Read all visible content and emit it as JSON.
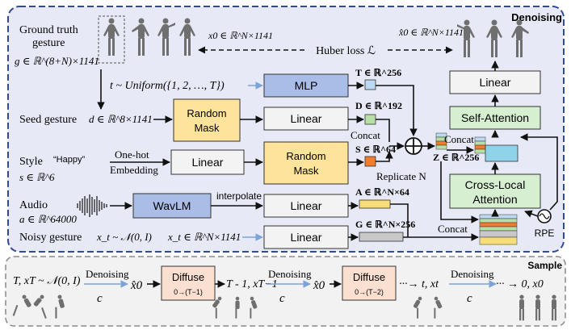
{
  "colors": {
    "panel_fill": "#e7eaf6",
    "panel_border": "#2f4a9a",
    "sample_fill": "#f2f2f2",
    "mask_fill": "#fde49a",
    "blue_box": "#a9bde6",
    "green_box": "#d6efd0",
    "diffuse_box": "#fbe0d2",
    "token_blue": "#bcd9f1",
    "token_green": "#b8dfa6",
    "token_orange": "#f07d2a",
    "token_yellow": "#f7dd7a",
    "token_gray": "#c8c8c8",
    "cyan_concat": "#8fd3e8",
    "arrow_blue": "#7ea3d8"
  },
  "titles": {
    "denoising": "Denoising",
    "sample": "Sample"
  },
  "inputs": {
    "gt_label_1": "Ground truth",
    "gt_label_2": "gesture",
    "gt_set": "g ∈ ℝ^(8+N)×1141",
    "t_uniform": "t ~ Uniform({1, 2, …, T})",
    "seed_label": "Seed gesture",
    "seed_set": "d ∈ ℝ^8×1141",
    "style_label": "Style",
    "style_word": "“Happy”",
    "style_set": "s ∈ ℝ^6",
    "onehot_1": "One-hot",
    "onehot_2": "Embedding",
    "audio_label": "Audio",
    "audio_set": "a ∈ ℝ^64000",
    "interpolate": "interpolate",
    "noisy_label": "Noisy gesture",
    "noisy_dist": "x_t ~ 𝒩(0, I)",
    "noisy_set": "x_t ∈ ℝ^N×1141"
  },
  "loss": {
    "x0": "x0 ∈ ℝ^N×1141",
    "huber": "Huber loss ℒ",
    "x0hat": "x̂0 ∈ ℝ^N×1141"
  },
  "blocks": {
    "mlp": "MLP",
    "random_mask": "Random Mask",
    "linear": "Linear",
    "wavlm": "WavLM",
    "self_attention": "Self-Attention",
    "cross_local_1": "Cross-Local",
    "cross_local_2": "Attention",
    "rpe": "RPE"
  },
  "tokens": {
    "T": "T ∈ ℝ^256",
    "D": "D ∈ ℝ^192",
    "S": "S ∈ ℝ^64",
    "Z": "Z ∈ ℝ^256",
    "A": "A ∈ ℝ^N×64",
    "G": "G ∈ ℝ^N×256"
  },
  "ops": {
    "concat": "Concat",
    "replicate": "Replicate N",
    "plus": "⊕"
  },
  "sample": {
    "start": "T, xT ~ 𝒩(0, I)",
    "denoising": "Denoising",
    "c": "c",
    "x0hat": "x̂0",
    "diffuse": "Diffuse",
    "diffuse_range_1": "0→(T−1)",
    "step_1": "T - 1, xT−1",
    "diffuse_range_2": "0→(T−2)",
    "step_2": "···→ t, xt",
    "end": "··· → 0, x0"
  }
}
